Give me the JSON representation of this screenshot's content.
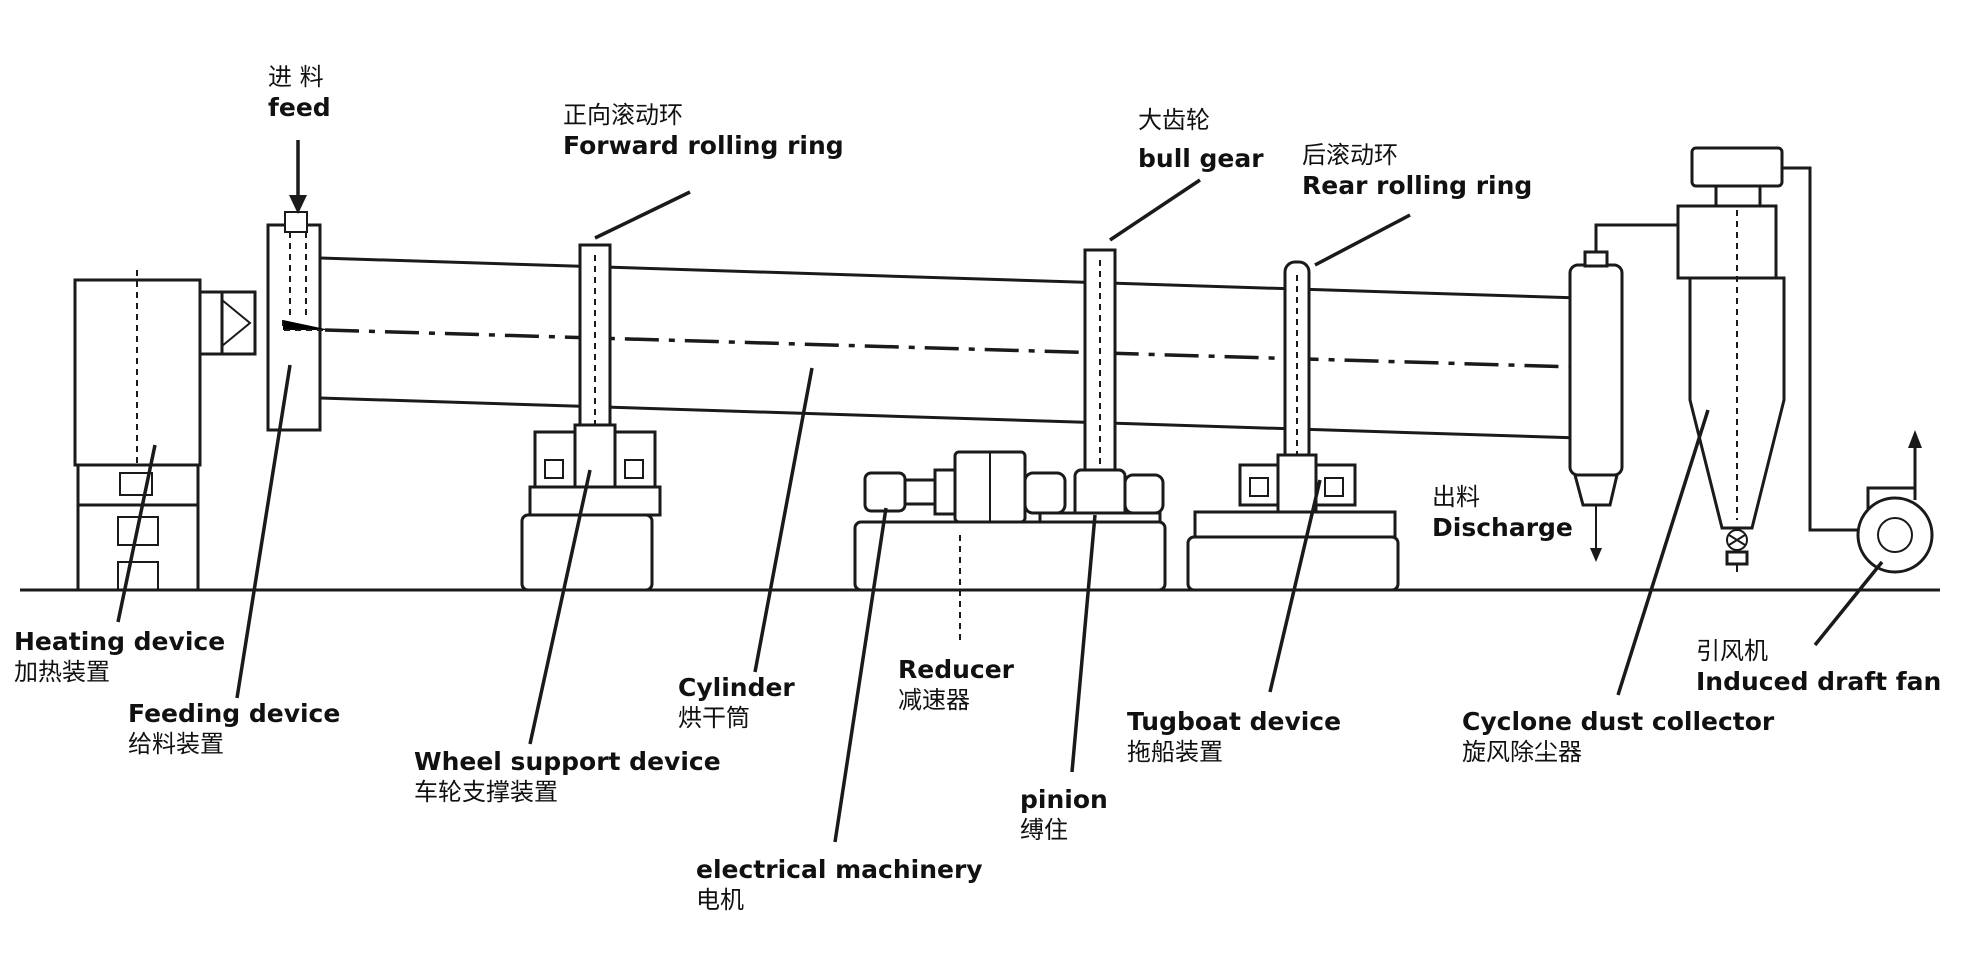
{
  "labels": {
    "feed": {
      "zh": "进 料",
      "en": "feed"
    },
    "forward_ring": {
      "zh": "正向滚动环",
      "en": "Forward rolling ring"
    },
    "bull_gear": {
      "zh": "大齿轮",
      "en": "bull gear"
    },
    "rear_ring": {
      "zh": "后滚动环",
      "en": "Rear rolling ring"
    },
    "discharge": {
      "zh": "出料",
      "en": "Discharge"
    },
    "heating": {
      "en": "Heating device",
      "zh": "加热装置"
    },
    "feeding": {
      "en": "Feeding device",
      "zh": "给料装置"
    },
    "cylinder": {
      "en": "Cylinder",
      "zh": "烘干筒"
    },
    "wheel_support": {
      "en": "Wheel support device",
      "zh": "车轮支撑装置"
    },
    "reducer": {
      "en": "Reducer",
      "zh": "减速器"
    },
    "electrical": {
      "en": "electrical machinery",
      "zh": "电机"
    },
    "pinion": {
      "en": "pinion",
      "zh": "缚住"
    },
    "tugboat": {
      "en": "Tugboat device",
      "zh": "拖船装置"
    },
    "cyclone": {
      "en": "Cyclone dust collector",
      "zh": "旋风除尘器"
    },
    "fan": {
      "zh": "引风机",
      "en": "Induced draft fan"
    }
  },
  "colors": {
    "line": "#1a1a1a",
    "text": "#111111",
    "background": "#ffffff"
  }
}
